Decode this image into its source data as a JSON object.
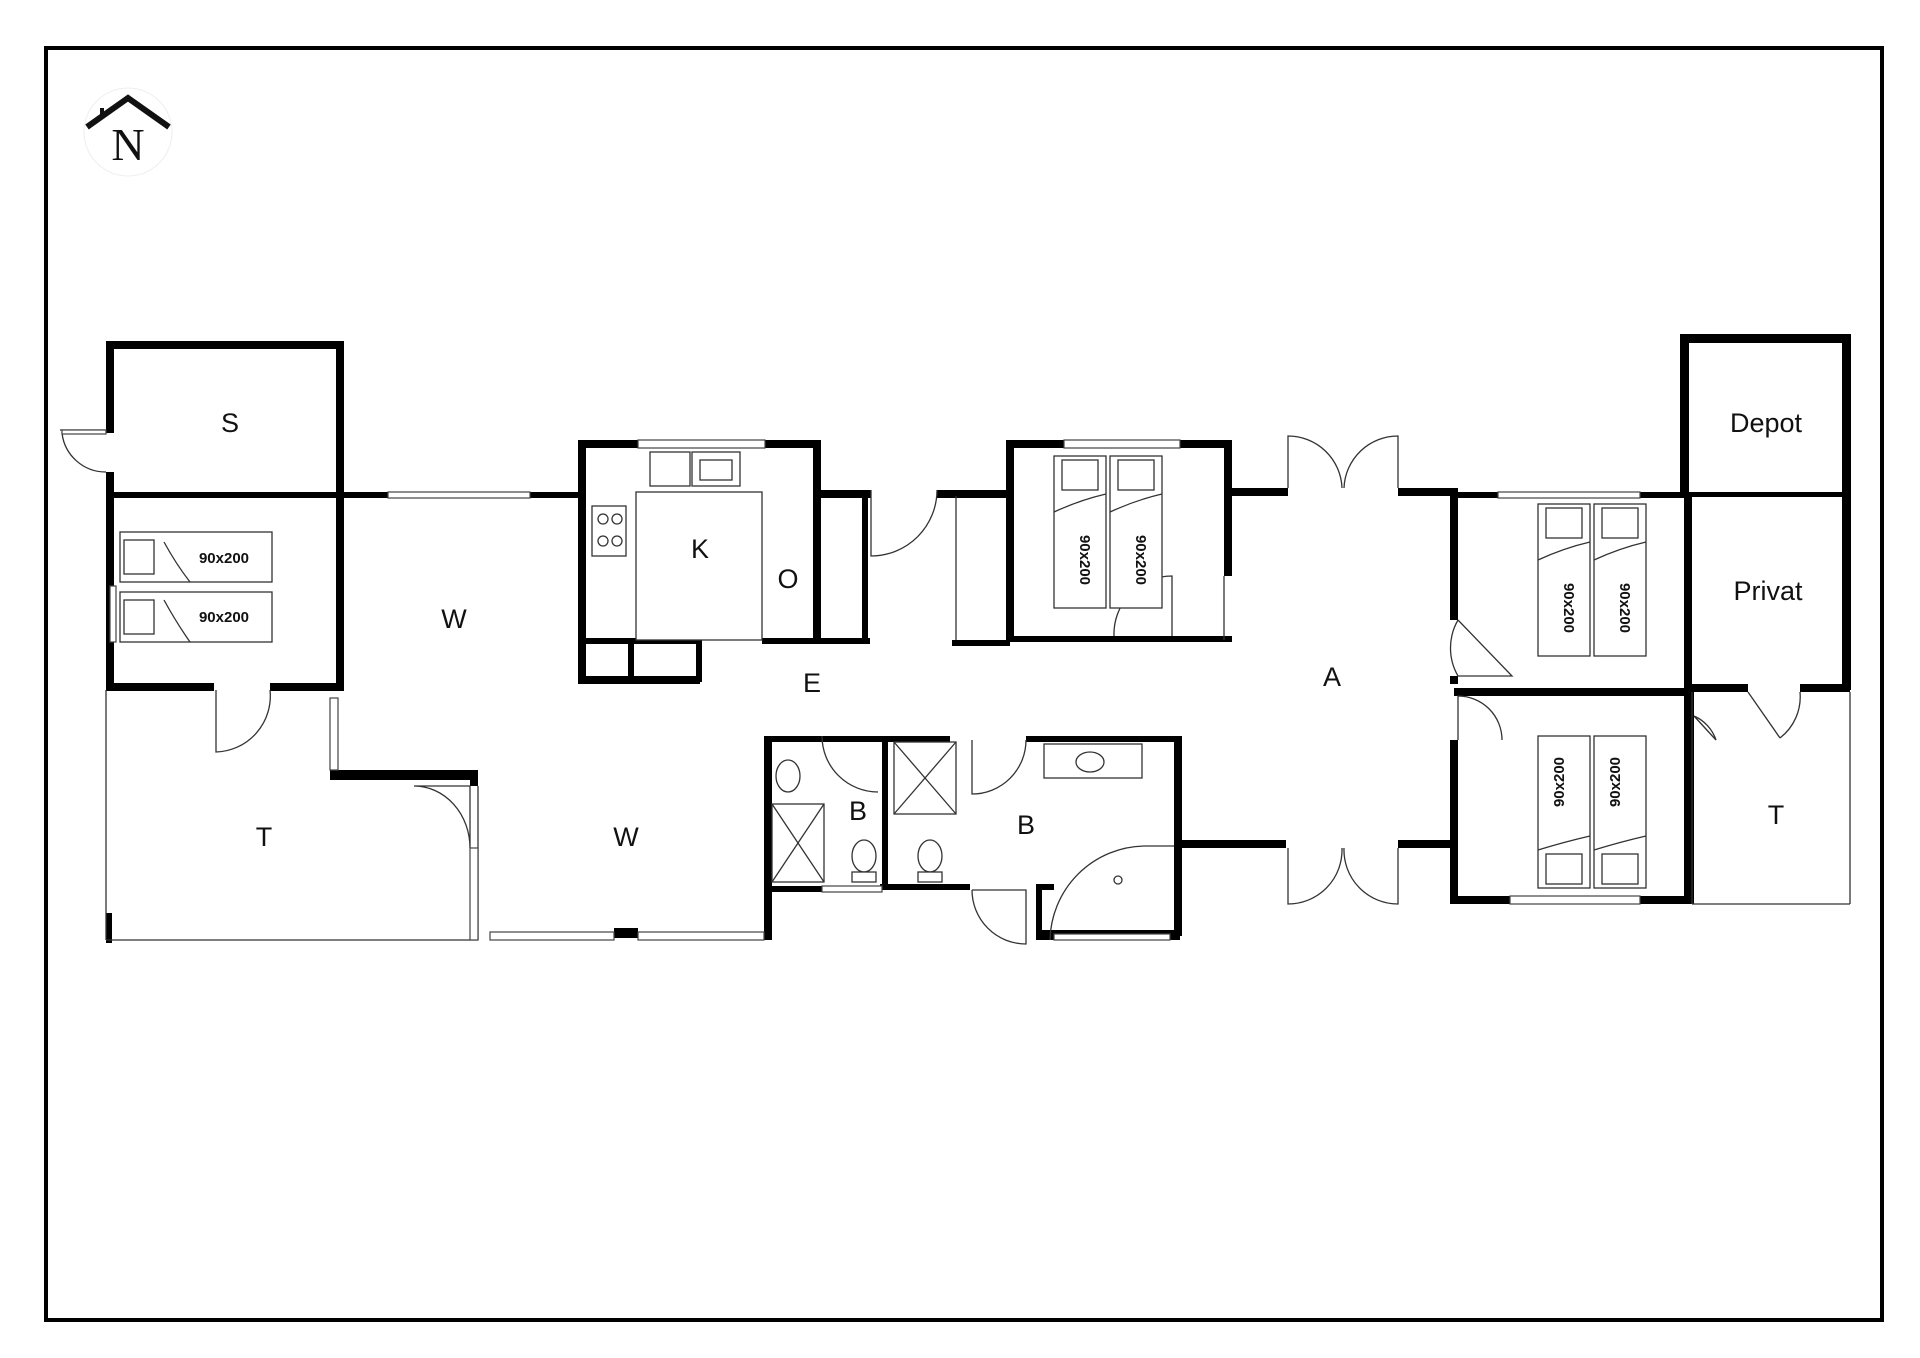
{
  "compass": {
    "letter": "N"
  },
  "rooms": {
    "storage": "S",
    "bedroom_west": "90x200",
    "living_north": "W",
    "kitchen": "K",
    "utility": "O",
    "hall": "E",
    "activity": "A",
    "depot": "Depot",
    "private": "Privat",
    "terrace_west": "T",
    "living_south": "W",
    "bath_small": "B",
    "bath_large": "B",
    "terrace_east": "T"
  },
  "beds": [
    {
      "room": "west-bedroom",
      "size": "90x200"
    },
    {
      "room": "west-bedroom",
      "size": "90x200"
    },
    {
      "room": "center-bedroom",
      "size": "90x200"
    },
    {
      "room": "center-bedroom",
      "size": "90x200"
    },
    {
      "room": "east-bedroom-north",
      "size": "90x200"
    },
    {
      "room": "east-bedroom-north",
      "size": "90x200"
    },
    {
      "room": "east-bedroom-south",
      "size": "90x200"
    },
    {
      "room": "east-bedroom-south",
      "size": "90x200"
    }
  ]
}
